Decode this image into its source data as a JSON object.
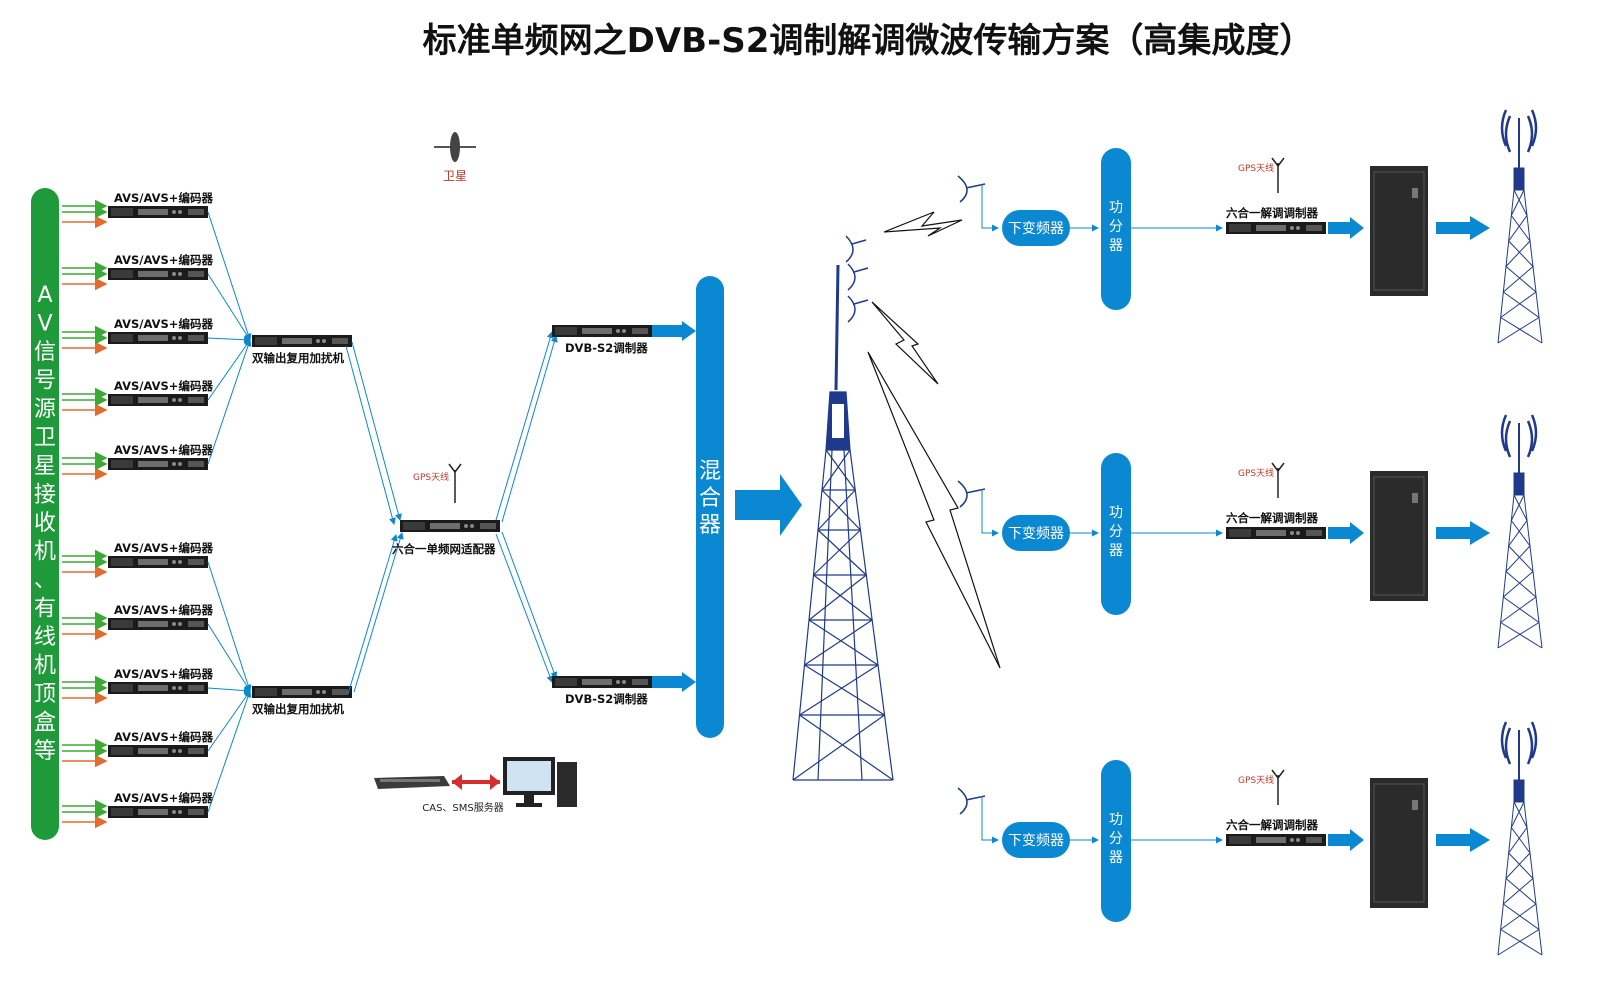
{
  "title": "标准单频网之DVB-S2调制解调微波传输方案（高集成度）",
  "source_bar": "AV信号源卫星接收机、有线机顶盒等",
  "encoders": [
    "AVS/AVS+编码器",
    "AVS/AVS+编码器",
    "AVS/AVS+编码器",
    "AVS/AVS+编码器",
    "AVS/AVS+编码器",
    "AVS/AVS+编码器",
    "AVS/AVS+编码器",
    "AVS/AVS+编码器",
    "AVS/AVS+编码器",
    "AVS/AVS+编码器"
  ],
  "muxes": [
    "双输出复用加扰机",
    "双输出复用加扰机"
  ],
  "adapter": "六合一单频网适配器",
  "adapter_gps": "GPS天线",
  "modulators": [
    "DVB-S2调制器",
    "DVB-S2调制器"
  ],
  "mixer": "混合器",
  "satellite": "卫星",
  "cas": "CAS、SMS服务器",
  "receivers": [
    {
      "down": "下变频器",
      "splitter": "功分器",
      "demod": "六合一解调调制器",
      "gps": "GPS天线"
    },
    {
      "down": "下变频器",
      "splitter": "功分器",
      "demod": "六合一解调调制器",
      "gps": "GPS天线"
    },
    {
      "down": "下变频器",
      "splitter": "功分器",
      "demod": "六合一解调调制器",
      "gps": "GPS天线"
    }
  ],
  "colors": {
    "blue": "#0b88d2",
    "green": "#21a038",
    "dark_blue": "#1f3a8a",
    "red": "#d62d2d"
  }
}
